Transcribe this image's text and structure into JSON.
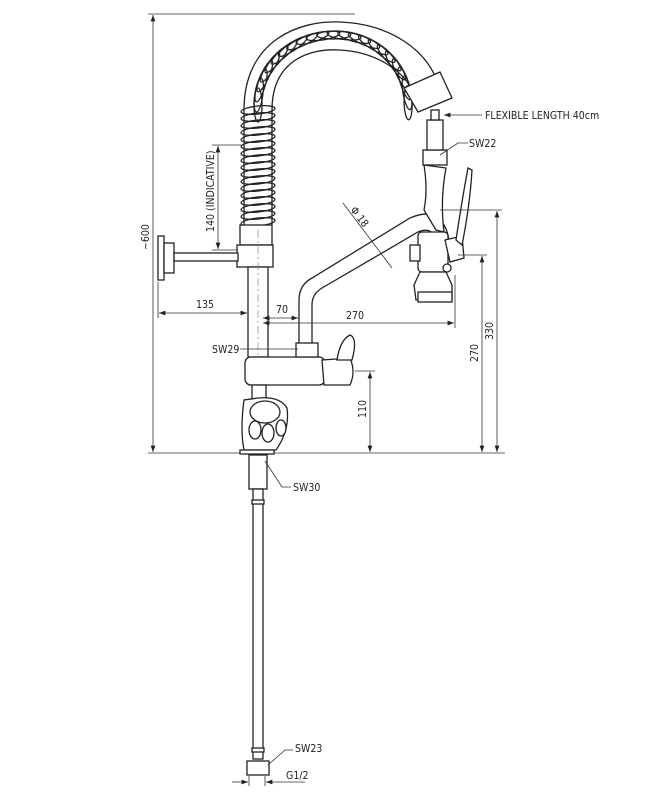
{
  "drawing": {
    "dimensions": {
      "overall_height": "~600",
      "spring_length": "140  (INDICATIVE)",
      "diameter": "Φ 18",
      "wall_bracket_offset": "135",
      "column_to_spout": "70",
      "spout_reach": "270",
      "spout_height": "330",
      "outlet_height": "270",
      "tap_height": "110"
    },
    "callouts": {
      "flexible": "FLEXIBLE LENGTH 40cm",
      "sw22": "SW22",
      "sw29": "SW29",
      "sw30": "SW30",
      "sw23": "SW23",
      "thread": "G1/2"
    },
    "colors": {
      "line": "#222222",
      "background": "#ffffff"
    }
  }
}
